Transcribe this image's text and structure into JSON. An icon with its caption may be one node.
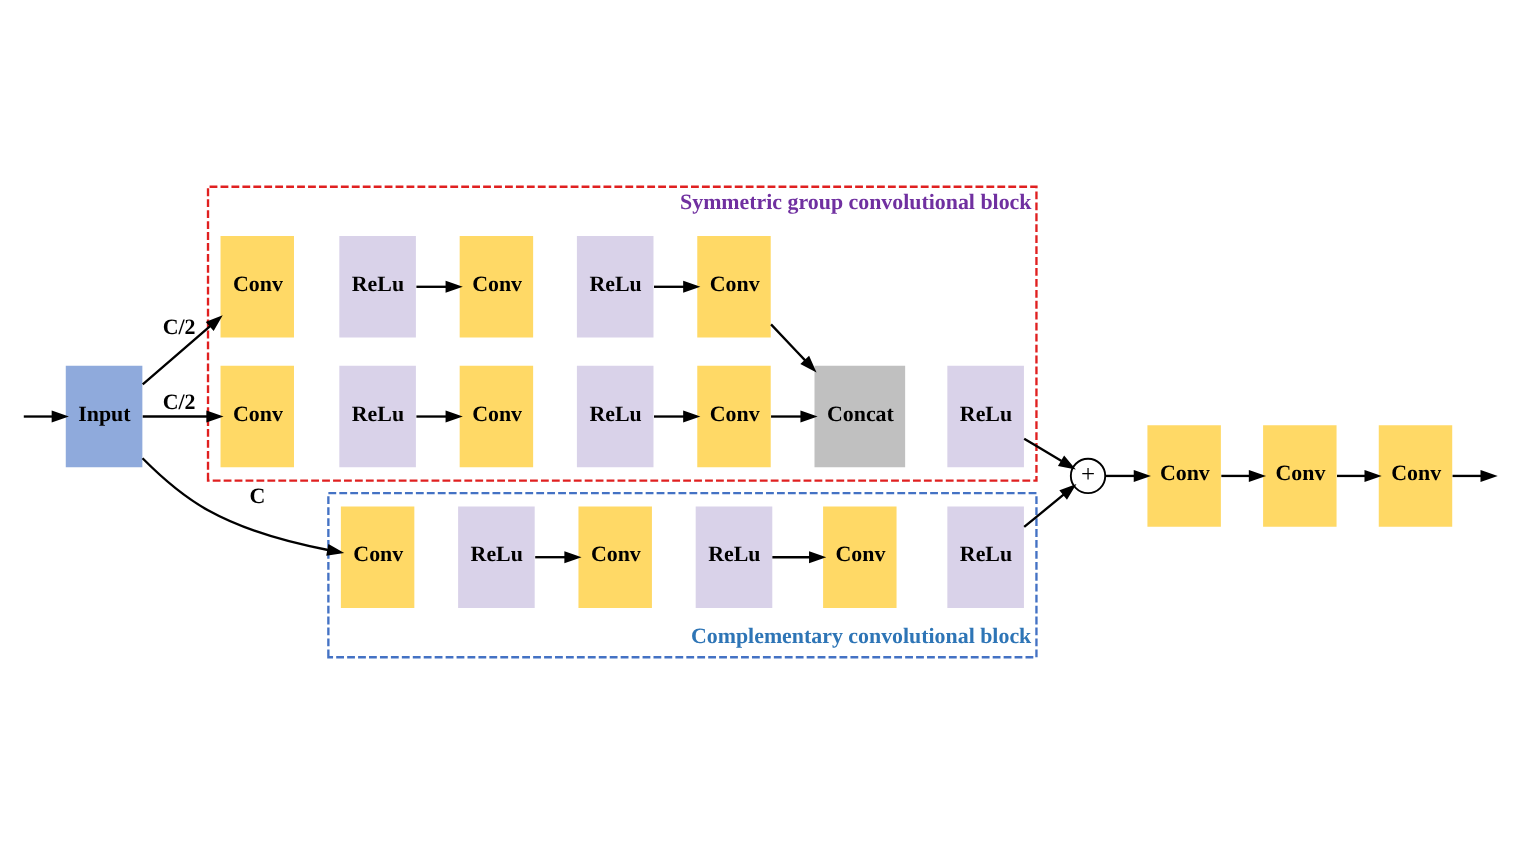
{
  "diagram": {
    "nodes": [
      {
        "text": [
          "Symmetric group convolutional block"
        ]
      },
      {
        "text": [
          "Complementary convolutional block"
        ]
      },
      {
        "text": [
          "Input"
        ]
      },
      {
        "text": [
          "Conv"
        ],
        "in": 0
      },
      {
        "text": [
          "ReLu"
        ],
        "in": 0
      },
      {
        "text": [
          "Conv"
        ],
        "in": 0
      },
      {
        "text": [
          "ReLu"
        ],
        "in": 0
      },
      {
        "text": [
          "Conv"
        ],
        "in": 0
      },
      {
        "text": [
          "Conv"
        ],
        "in": 0
      },
      {
        "text": [
          "ReLu"
        ],
        "in": 0
      },
      {
        "text": [
          "Conv"
        ],
        "in": 0
      },
      {
        "text": [
          "ReLu"
        ],
        "in": 0
      },
      {
        "text": [
          "Conv"
        ],
        "in": 0
      },
      {
        "text": [
          "Concat"
        ],
        "in": 0
      },
      {
        "text": [
          "ReLu"
        ],
        "in": 0
      },
      {
        "text": [
          "Conv"
        ],
        "in": 1
      },
      {
        "text": [
          "ReLu"
        ],
        "in": 1
      },
      {
        "text": [
          "Conv"
        ],
        "in": 1
      },
      {
        "text": [
          "ReLu"
        ],
        "in": 1
      },
      {
        "text": [
          "Conv"
        ],
        "in": 1
      },
      {
        "text": [
          "ReLu"
        ],
        "in": 1
      },
      {
        "text": [
          "+"
        ]
      },
      {
        "text": [
          "Conv"
        ]
      },
      {
        "text": [
          "Conv"
        ]
      },
      {
        "text": [
          "Conv"
        ]
      }
    ],
    "edges": [
      {
        "from": null,
        "to": 2,
        "arrow": "to"
      },
      {
        "from": 2,
        "to": 3,
        "label": "C/2",
        "arrow": "to"
      },
      {
        "from": 2,
        "to": 8,
        "label": "C/2",
        "arrow": "to"
      },
      {
        "from": 2,
        "to": 15,
        "label": "C",
        "arrow": "to"
      },
      {
        "from": 4,
        "to": 5,
        "arrow": "to"
      },
      {
        "from": 6,
        "to": 7,
        "arrow": "to"
      },
      {
        "from": 9,
        "to": 10,
        "arrow": "to"
      },
      {
        "from": 11,
        "to": 12,
        "arrow": "to"
      },
      {
        "from": 7,
        "to": 13,
        "arrow": "to"
      },
      {
        "from": 12,
        "to": 13,
        "arrow": "to"
      },
      {
        "from": 16,
        "to": 17,
        "arrow": "to"
      },
      {
        "from": 18,
        "to": 19,
        "arrow": "to"
      },
      {
        "from": 14,
        "to": 21,
        "arrow": "to"
      },
      {
        "from": 20,
        "to": 21,
        "arrow": "to"
      },
      {
        "from": 21,
        "to": 22,
        "arrow": "to"
      },
      {
        "from": 22,
        "to": 23,
        "arrow": "to"
      },
      {
        "from": 23,
        "to": 24,
        "arrow": "to"
      },
      {
        "from": 24,
        "to": null,
        "arrow": "to"
      }
    ]
  }
}
